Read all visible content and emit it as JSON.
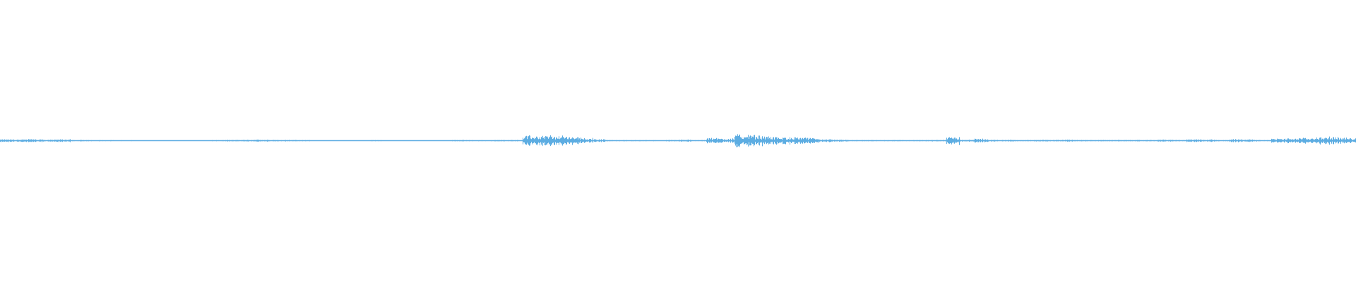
{
  "waveform": {
    "color": "#5dade2",
    "max_amplitude": 1.0,
    "envelope": [
      0.2,
      0.2,
      0.25,
      0.15,
      0.2,
      0.1,
      0.08,
      0.08,
      0.06,
      0.06,
      0.05,
      0.05,
      0.05,
      0.05,
      0.05,
      0.08,
      0.1,
      0.12,
      0.15,
      0.12,
      0.12,
      0.08,
      0.05,
      0.05,
      0.05,
      0.05,
      0.08,
      0.05,
      0.05,
      0.05,
      0.05,
      0.05,
      0.1,
      0.08,
      0.08,
      0.1,
      0.1,
      0.7,
      0.8,
      0.7,
      0.6,
      0.4,
      0.2,
      0.08,
      0.08,
      0.08,
      0.08,
      0.1,
      0.15,
      0.08,
      0.4,
      0.35,
      0.9,
      0.8,
      0.6,
      0.55,
      0.5,
      0.4,
      0.2,
      0.15,
      0.08,
      0.08,
      0.08,
      0.08,
      0.08,
      0.08,
      0.1,
      0.6,
      0.15,
      0.3,
      0.12,
      0.12,
      0.1,
      0.12,
      0.12,
      0.15,
      0.1,
      0.1,
      0.1,
      0.1,
      0.1,
      0.1,
      0.15,
      0.1,
      0.2,
      0.2,
      0.1,
      0.25,
      0.2,
      0.08,
      0.3,
      0.35,
      0.4,
      0.5,
      0.55,
      0.4
    ]
  }
}
